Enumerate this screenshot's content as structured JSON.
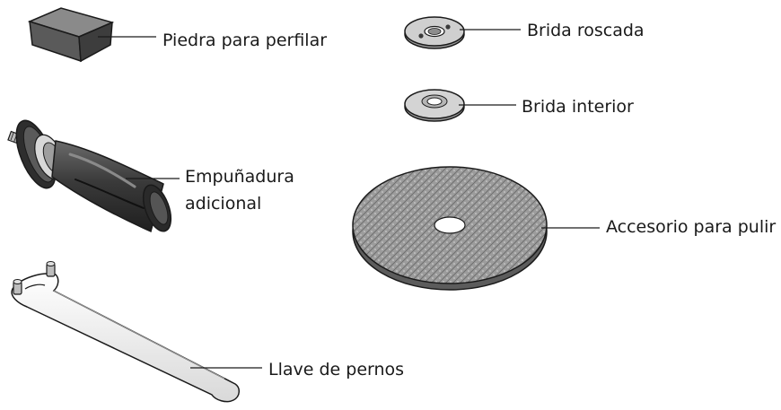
{
  "labels": {
    "stone": "Piedra para perfilar",
    "threaded_flange": "Brida roscada",
    "inner_flange": "Brida interior",
    "handle_line1": "Empuñadura",
    "handle_line2": "adicional",
    "polishing_accessory": "Accesorio para pulir",
    "pin_wrench": "Llave de pernos"
  },
  "colors": {
    "outline": "#1a1a1a",
    "metal": "#c9c9c9",
    "metal_dark": "#8c8c8c",
    "rubber": "#3a3a3a",
    "stone_top": "#7a7a7a",
    "stone_side": "#4a4a4a",
    "disc": "#9a9a9a"
  }
}
